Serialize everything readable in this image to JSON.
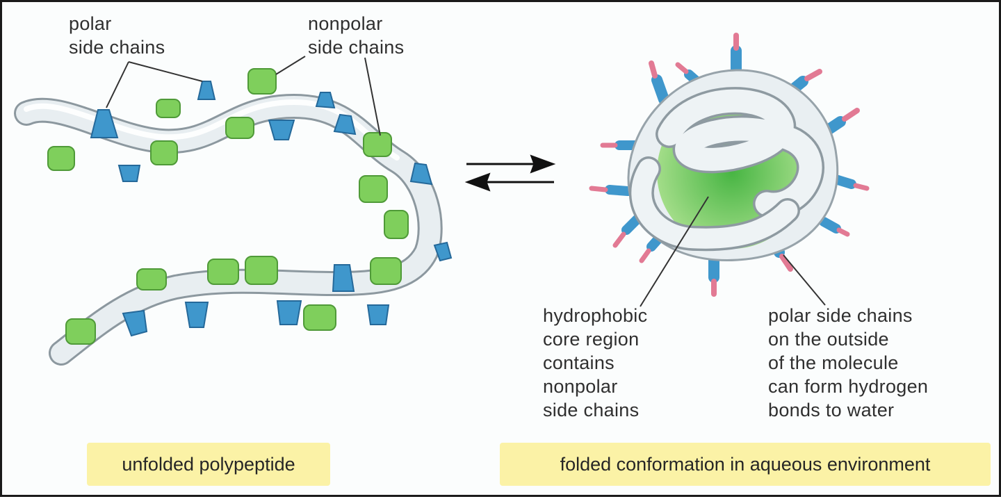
{
  "labels": {
    "polar_side_chains": "polar\nside chains",
    "nonpolar_side_chains": "nonpolar\nside chains",
    "hydrophobic_core": "hydrophobic\ncore region\ncontains\nnonpolar\nside chains",
    "polar_outside": "polar side chains\non the outside\nof the molecule\ncan form hydrogen\nbonds to water"
  },
  "captions": {
    "unfolded": "unfolded polypeptide",
    "folded": "folded conformation in aqueous environment"
  },
  "colors": {
    "backbone": "#e4eaee",
    "backbone_edge": "#9aa6ae",
    "nonpolar": "#7fcf5c",
    "polar": "#3f97cc",
    "polar_tip": "#e27a94",
    "core": "#5cc24a",
    "caption_bg": "#fbf2a6"
  }
}
